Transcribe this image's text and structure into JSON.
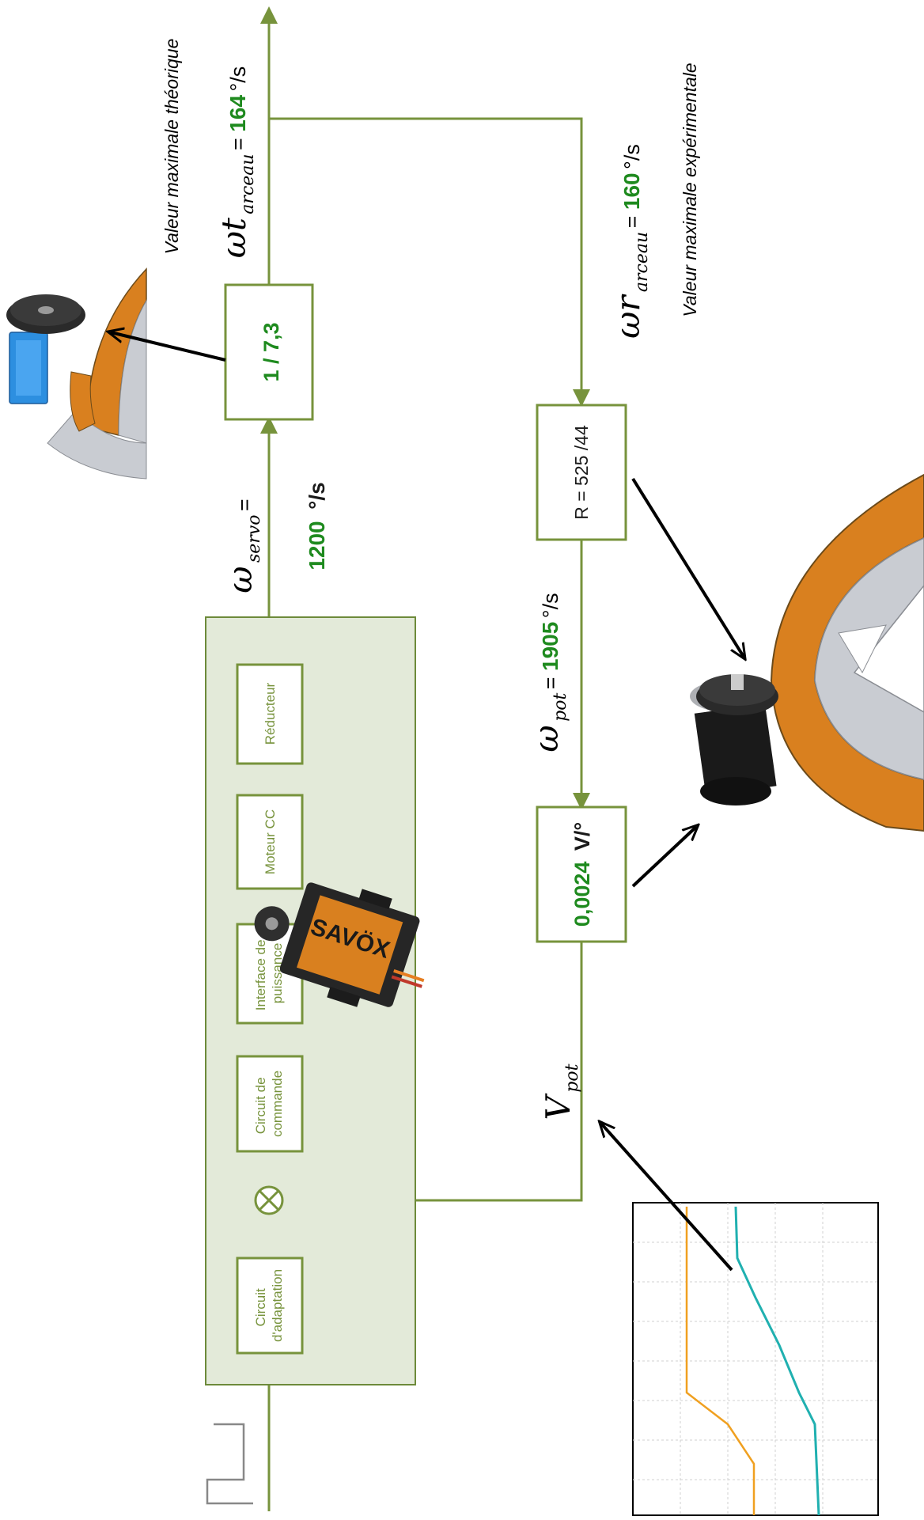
{
  "colors": {
    "line": "#77933c",
    "value_green": "#1e8a1e",
    "panel_fill": "#e3ead9",
    "panel_border": "#6d8a3a",
    "ring_orange": "#d9801f",
    "ring_grey": "#c9ccd2",
    "trace_orange": "#f0a020",
    "trace_cyan": "#20b0b0",
    "servo_blue": "#2d8fe0"
  },
  "blocks": {
    "adaptation": "Circuit d'adaptation",
    "commande": "Circuit de commande",
    "interface": "Interface de puissance",
    "moteur": "Moteur CC",
    "reducteur": "Réducteur"
  },
  "gains": {
    "transmission": "1 / 7,3",
    "ratio": "R = 525 /44",
    "pot_value": "0,0024",
    "pot_unit": "V/°"
  },
  "annotations": {
    "omega_servo": {
      "symbol": "ω",
      "sub": "servo",
      "eq": "=",
      "value": "1200",
      "unit": "°/s"
    },
    "omega_t": {
      "symbol": "ωt",
      "sub": "arceau",
      "eq": " = ",
      "value": "164",
      "unit": " °/s"
    },
    "omega_r": {
      "symbol": "ωr",
      "sub": "arceau",
      "eq": " = ",
      "value": "160",
      "unit": "°/s"
    },
    "omega_pot": {
      "symbol": "ω",
      "sub": "pot",
      "eq": " = ",
      "value": "1905",
      "unit": "°/s"
    },
    "v_pot": {
      "symbol": "V",
      "sub": "pot"
    }
  },
  "notes": {
    "theoretical": "Valeur maximale théorique",
    "experimental": "Valeur maximale expérimentale"
  },
  "servo_brand": "SAVÖX",
  "icons": [
    "step-input-icon",
    "summing-junction-icon",
    "servo-photo-icon",
    "gear-ring-icon",
    "potentiometer-icon",
    "oscilloscope-icon"
  ]
}
